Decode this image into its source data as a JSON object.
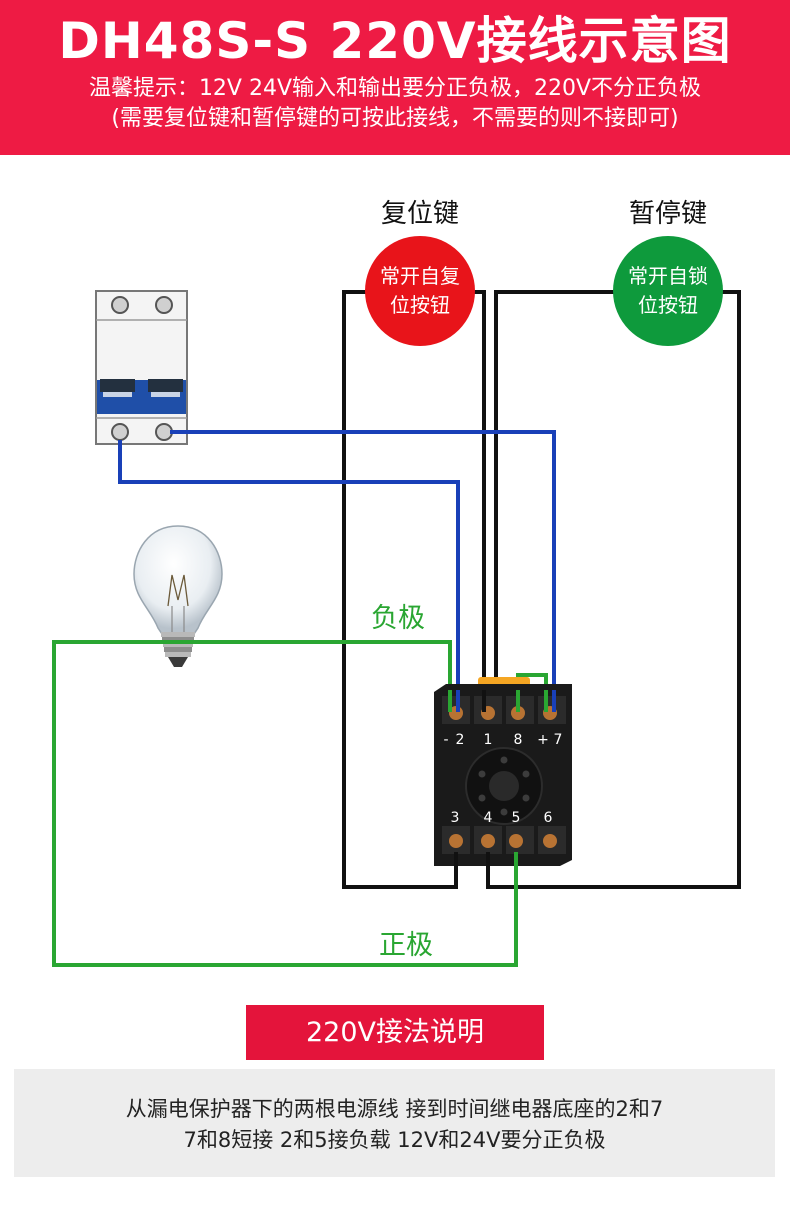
{
  "header": {
    "title": "DH48S-S 220V接线示意图",
    "tip_line1": "温馨提示：12V 24V输入和输出要分正负极，220V不分正负极",
    "tip_line2": "(需要复位键和暂停键的可按此接线，不需要的则不接即可)",
    "bg_color": "#ee1b44"
  },
  "buttons": {
    "reset": {
      "heading": "复位键",
      "circle_line1": "常开自复",
      "circle_line2": "位按钮",
      "color": "#e8141a"
    },
    "pause": {
      "heading": "暂停键",
      "circle_line1": "常开自锁",
      "circle_line2": "位按钮",
      "color": "#0e9a3c"
    }
  },
  "wire_labels": {
    "negative": "负极",
    "positive": "正极"
  },
  "relay_base": {
    "top_terminals": [
      "-",
      "2",
      "1",
      "8",
      "+",
      "7"
    ],
    "bottom_terminals": [
      "3",
      "4",
      "5",
      "6"
    ]
  },
  "icons": [
    "circuit-breaker-icon",
    "light-bulb-icon",
    "relay-socket-icon"
  ],
  "colors": {
    "wire_blue": "#1940b8",
    "wire_green": "#2aa632",
    "wire_black": "#111111"
  },
  "note": {
    "title": "220V接法说明",
    "line1": "从漏电保护器下的两根电源线 接到时间继电器底座的2和7",
    "line2": "7和8短接   2和5接负载   12V和24V要分正负极"
  }
}
